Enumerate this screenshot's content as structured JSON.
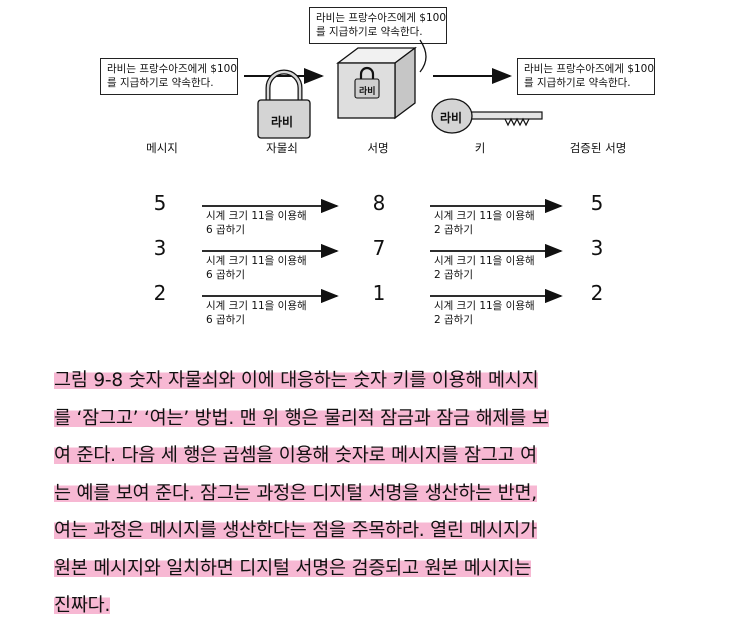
{
  "diagram": {
    "box_message": {
      "line1": "라비는 프랑수아즈에게 $100",
      "line2": "를 지급하기로 약속한다."
    },
    "box_top": {
      "line1": "라비는 프랑수아즈에게 $100",
      "line2": "를 지급하기로 약속한다."
    },
    "box_verified": {
      "line1": "라비는 프랑수아즈에게 $100",
      "line2": "를 지급하기로 약속한다."
    },
    "padlock_label": "라비",
    "box_lock_label": "라비",
    "key_label": "라비",
    "columns": [
      "메시지",
      "자물쇠",
      "서명",
      "키",
      "검증된 서명"
    ],
    "rows": [
      {
        "message": "5",
        "lock_op": {
          "line1": "시계 크기 11을 이용해",
          "line2": "6 곱하기"
        },
        "signature": "8",
        "key_op": {
          "line1": "시계 크기 11을 이용해",
          "line2": "2 곱하기"
        },
        "verified": "5"
      },
      {
        "message": "3",
        "lock_op": {
          "line1": "시계 크기 11을 이용해",
          "line2": "6 곱하기"
        },
        "signature": "7",
        "key_op": {
          "line1": "시계 크기 11을 이용해",
          "line2": "2 곱하기"
        },
        "verified": "3"
      },
      {
        "message": "2",
        "lock_op": {
          "line1": "시계 크기 11을 이용해",
          "line2": "6 곱하기"
        },
        "signature": "1",
        "key_op": {
          "line1": "시계 크기 11을 이용해",
          "line2": "2 곱하기"
        },
        "verified": "2"
      }
    ]
  },
  "caption": {
    "lines": [
      "그림 9-8 숫자 자물쇠와 이에 대응하는 숫자 키를 이용해 메시지",
      "를 ‘잠그고’ ‘여는’ 방법. 맨 위 행은 물리적 잠금과 잠금 해제를 보",
      "여 준다. 다음 세 행은 곱셈을 이용해 숫자로 메시지를 잠그고 여",
      "는 예를 보여 준다. 잠그는 과정은 디지털 서명을 생산하는 반면,",
      "여는 과정은 메시지를 생산한다는 점을 주목하라. 열린 메시지가",
      "원본 메시지와 일치하면 디지털 서명은 검증되고 원본 메시지는",
      "진짜다."
    ]
  },
  "colors": {
    "highlight": "#f7b8d3",
    "ink": "#111111"
  }
}
